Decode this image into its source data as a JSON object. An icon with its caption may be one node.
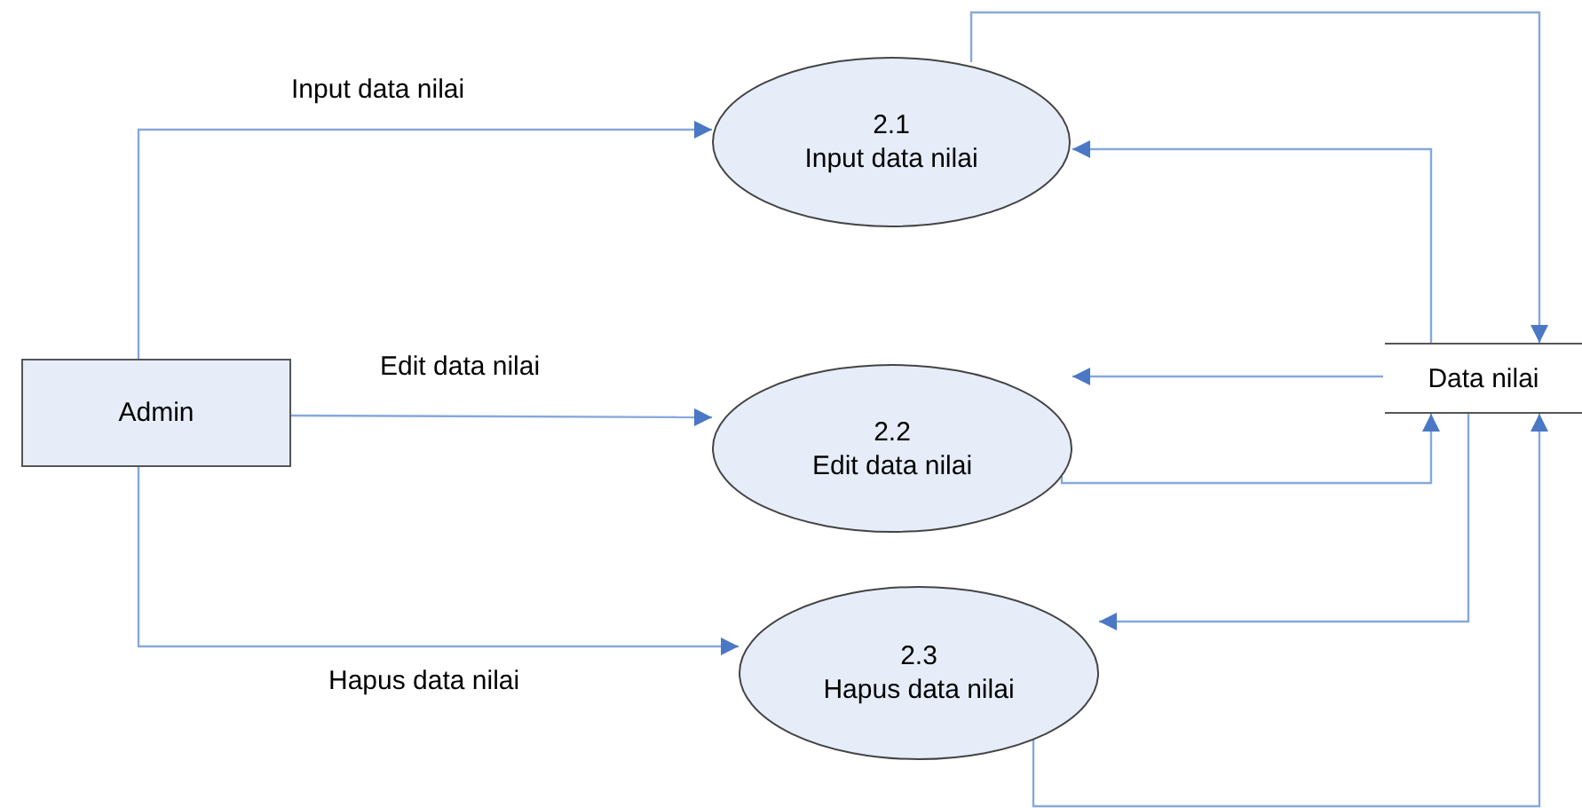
{
  "diagram": {
    "nodes": [
      {
        "text": [
          "Admin"
        ]
      },
      {
        "text": [
          "2.1",
          "Input data nilai"
        ]
      },
      {
        "text": [
          "2.2",
          "Edit data nilai"
        ]
      },
      {
        "text": [
          "2.3",
          "Hapus data nilai"
        ]
      },
      {
        "text": [
          "Data nilai"
        ]
      }
    ],
    "edges": [
      {
        "from": 0,
        "to": 1,
        "arrow": "to",
        "label": "Input data nilai"
      },
      {
        "from": 0,
        "to": 2,
        "arrow": "to",
        "label": "Edit data nilai"
      },
      {
        "from": 0,
        "to": 3,
        "arrow": "to",
        "label": "Hapus data nilai"
      },
      {
        "from": 1,
        "to": 4,
        "arrow": "to"
      },
      {
        "from": 4,
        "to": 1,
        "arrow": "to"
      },
      {
        "from": 4,
        "to": 2,
        "arrow": "to"
      },
      {
        "from": 2,
        "to": 4,
        "arrow": "to"
      },
      {
        "from": 4,
        "to": 3,
        "arrow": "to"
      },
      {
        "from": 3,
        "to": 4,
        "arrow": "to"
      }
    ]
  }
}
